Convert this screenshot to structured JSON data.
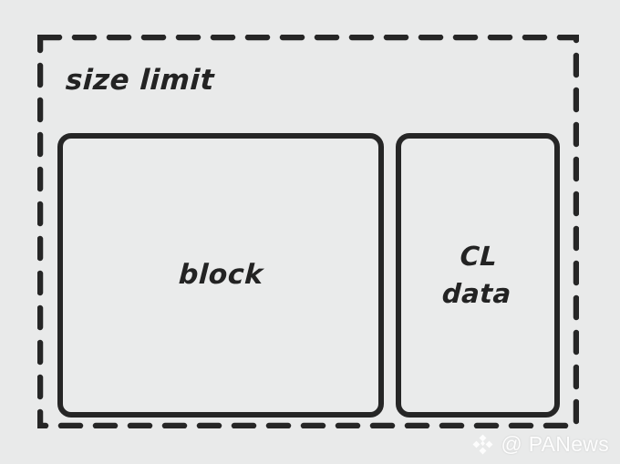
{
  "diagram": {
    "title": "size limit",
    "background_color": "#e9eaea",
    "stroke_color": "#262626",
    "text_color": "#232323",
    "container": {
      "label": "size limit",
      "border_style": "dashed"
    },
    "boxes": [
      {
        "id": "block",
        "label": "block",
        "border_style": "solid"
      },
      {
        "id": "cl-data",
        "label": "CL\ndata",
        "border_style": "solid"
      }
    ]
  },
  "watermark": {
    "icon": "diamond-logo-icon",
    "handle": "@ PANews",
    "color": "#ffffff"
  }
}
